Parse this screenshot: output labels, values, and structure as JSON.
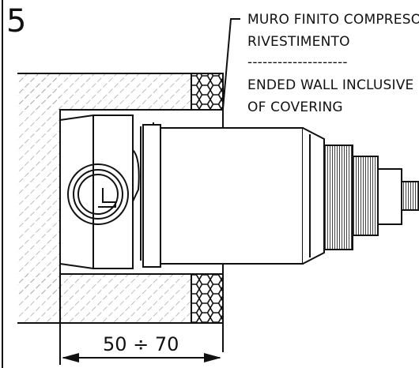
{
  "figure": {
    "step_number": "5",
    "annotation": {
      "line1": "MURO FINITO COMPRESO",
      "line2": "RIVESTIMENTO",
      "separator": "--------------------",
      "line3": "ENDED WALL INCLUSIVE",
      "line4": "OF COVERING"
    },
    "dimension": {
      "label": "50 ÷ 70"
    }
  },
  "colors": {
    "ink": "#111111",
    "hatch": "#9a9a9a",
    "background": "#ffffff"
  }
}
